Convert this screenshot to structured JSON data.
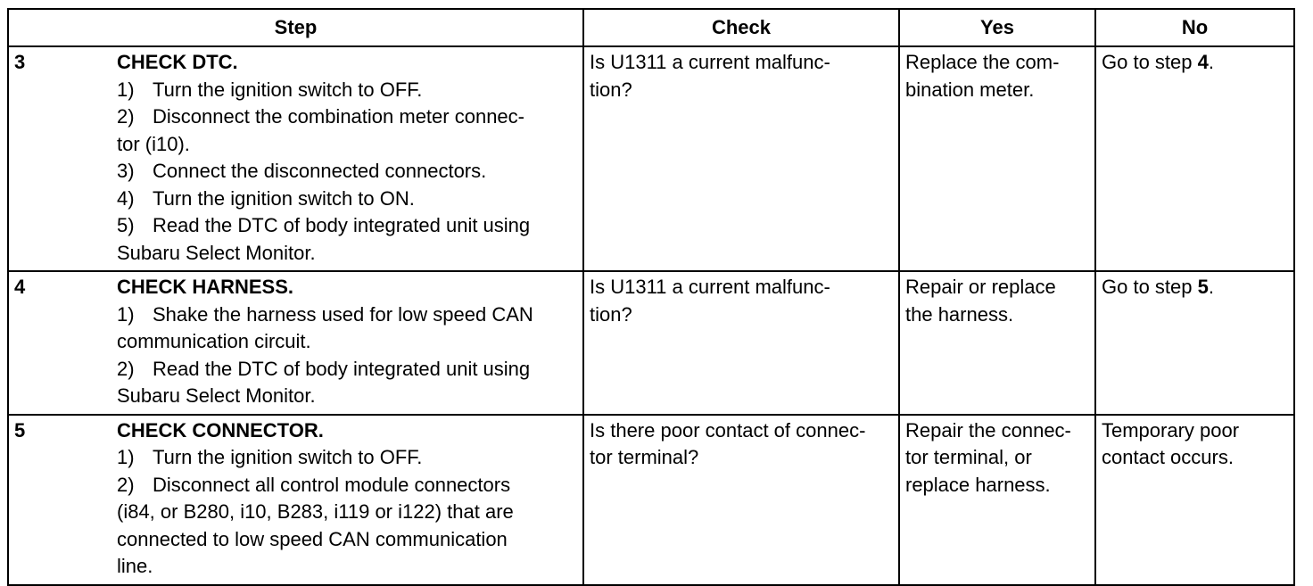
{
  "headers": {
    "step": "Step",
    "check": "Check",
    "yes": "Yes",
    "no": "No"
  },
  "rows": [
    {
      "num": "3",
      "title": "CHECK DTC.",
      "lines": [
        {
          "n": "1)",
          "t": "Turn the ignition switch to OFF."
        },
        {
          "n": "2)",
          "t": "Disconnect the combination meter connec-"
        },
        {
          "n": "",
          "t": "tor (i10)."
        },
        {
          "n": "3)",
          "t": "Connect the disconnected connectors."
        },
        {
          "n": "4)",
          "t": "Turn the ignition switch to ON."
        },
        {
          "n": "5)",
          "t": "Read the DTC of body integrated unit using"
        },
        {
          "n": "",
          "t": "Subaru Select Monitor."
        }
      ],
      "check": [
        "Is U1311 a current malfunc-",
        "tion?"
      ],
      "yes": [
        "Replace the com-",
        "bination meter."
      ],
      "no_prefix": "Go to step ",
      "no_bold": "4",
      "no_suffix": "."
    },
    {
      "num": "4",
      "title": "CHECK HARNESS.",
      "lines": [
        {
          "n": "1)",
          "t": "Shake the harness used for low speed CAN"
        },
        {
          "n": "",
          "t": "communication circuit."
        },
        {
          "n": "2)",
          "t": "Read the DTC of body integrated unit using"
        },
        {
          "n": "",
          "t": "Subaru Select Monitor."
        }
      ],
      "check": [
        "Is U1311 a current malfunc-",
        "tion?"
      ],
      "yes": [
        "Repair or replace",
        "the harness."
      ],
      "no_prefix": "Go to step ",
      "no_bold": "5",
      "no_suffix": "."
    },
    {
      "num": "5",
      "title": "CHECK CONNECTOR.",
      "lines": [
        {
          "n": "1)",
          "t": "Turn the ignition switch to OFF."
        },
        {
          "n": "2)",
          "t": "Disconnect all control module connectors"
        },
        {
          "n": "",
          "t": "(i84, or B280, i10, B283, i119 or i122) that are"
        },
        {
          "n": "",
          "t": "connected to low speed CAN communication"
        },
        {
          "n": "",
          "t": "line."
        }
      ],
      "check": [
        "Is there poor contact of connec-",
        "tor terminal?"
      ],
      "yes": [
        "Repair the connec-",
        "tor terminal, or",
        "replace harness."
      ],
      "no_lines": [
        "Temporary poor",
        "contact occurs."
      ]
    }
  ]
}
